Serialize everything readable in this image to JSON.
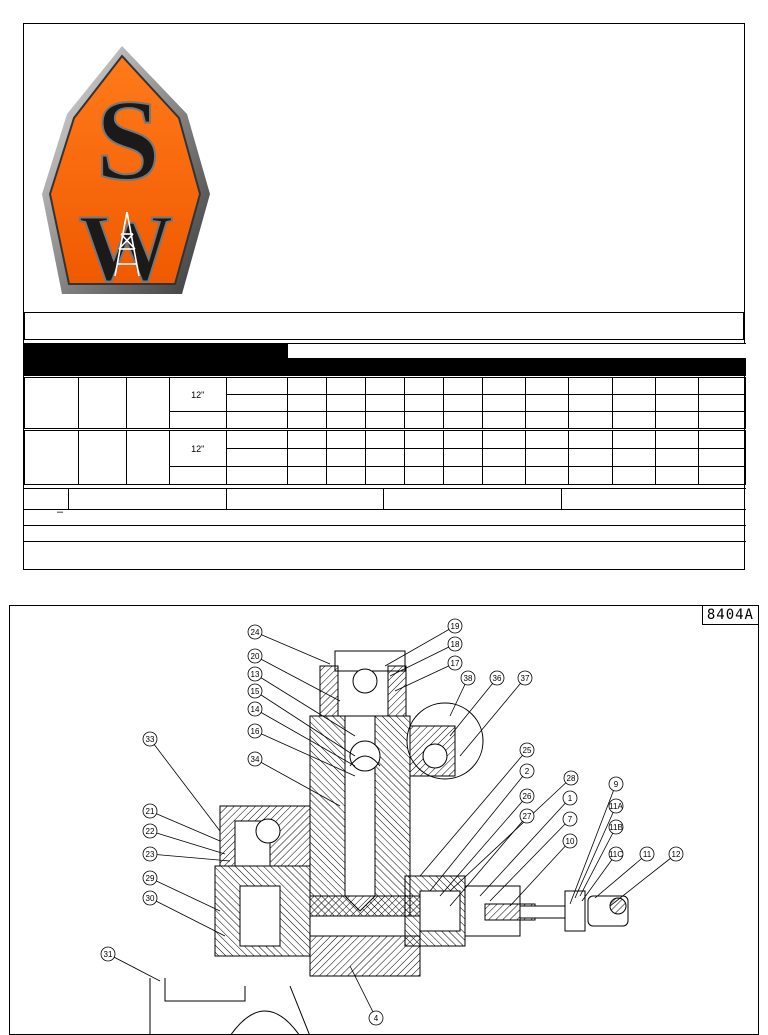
{
  "table": {
    "row1_size": "12\"",
    "row2_size": "12\""
  },
  "drawing": {
    "number": "8404A",
    "callouts": [
      "24",
      "20",
      "13",
      "15",
      "14",
      "16",
      "34",
      "33",
      "21",
      "22",
      "23",
      "29",
      "30",
      "31",
      "19",
      "18",
      "17",
      "38",
      "36",
      "37",
      "25",
      "2",
      "28",
      "26",
      "1",
      "27",
      "7",
      "10",
      "9",
      "11A",
      "11B",
      "11C",
      "11",
      "12",
      "4"
    ]
  }
}
